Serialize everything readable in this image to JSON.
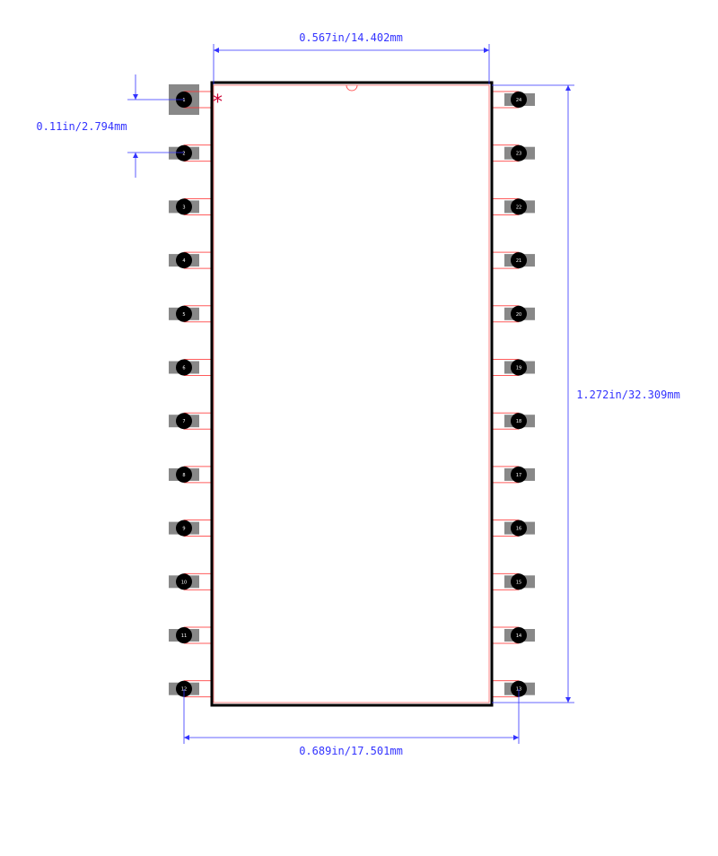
{
  "dimensions": {
    "body_width": "0.567in/14.402mm",
    "pin_pitch": "0.11in/2.794mm",
    "body_height": "1.272in/32.309mm",
    "lead_span": "0.689in/17.501mm"
  },
  "pins": {
    "left": [
      "1",
      "2",
      "3",
      "4",
      "5",
      "6",
      "7",
      "8",
      "9",
      "10",
      "11",
      "12"
    ],
    "right": [
      "24",
      "23",
      "22",
      "21",
      "20",
      "19",
      "18",
      "17",
      "16",
      "15",
      "14",
      "13"
    ]
  },
  "pin1_marker": "*",
  "colors": {
    "outline": "#000000",
    "courtyard": "#ff3333",
    "dimension": "#3333ff",
    "pad": "#888888",
    "pin_dot": "#000000",
    "marker": "#cc0033"
  }
}
